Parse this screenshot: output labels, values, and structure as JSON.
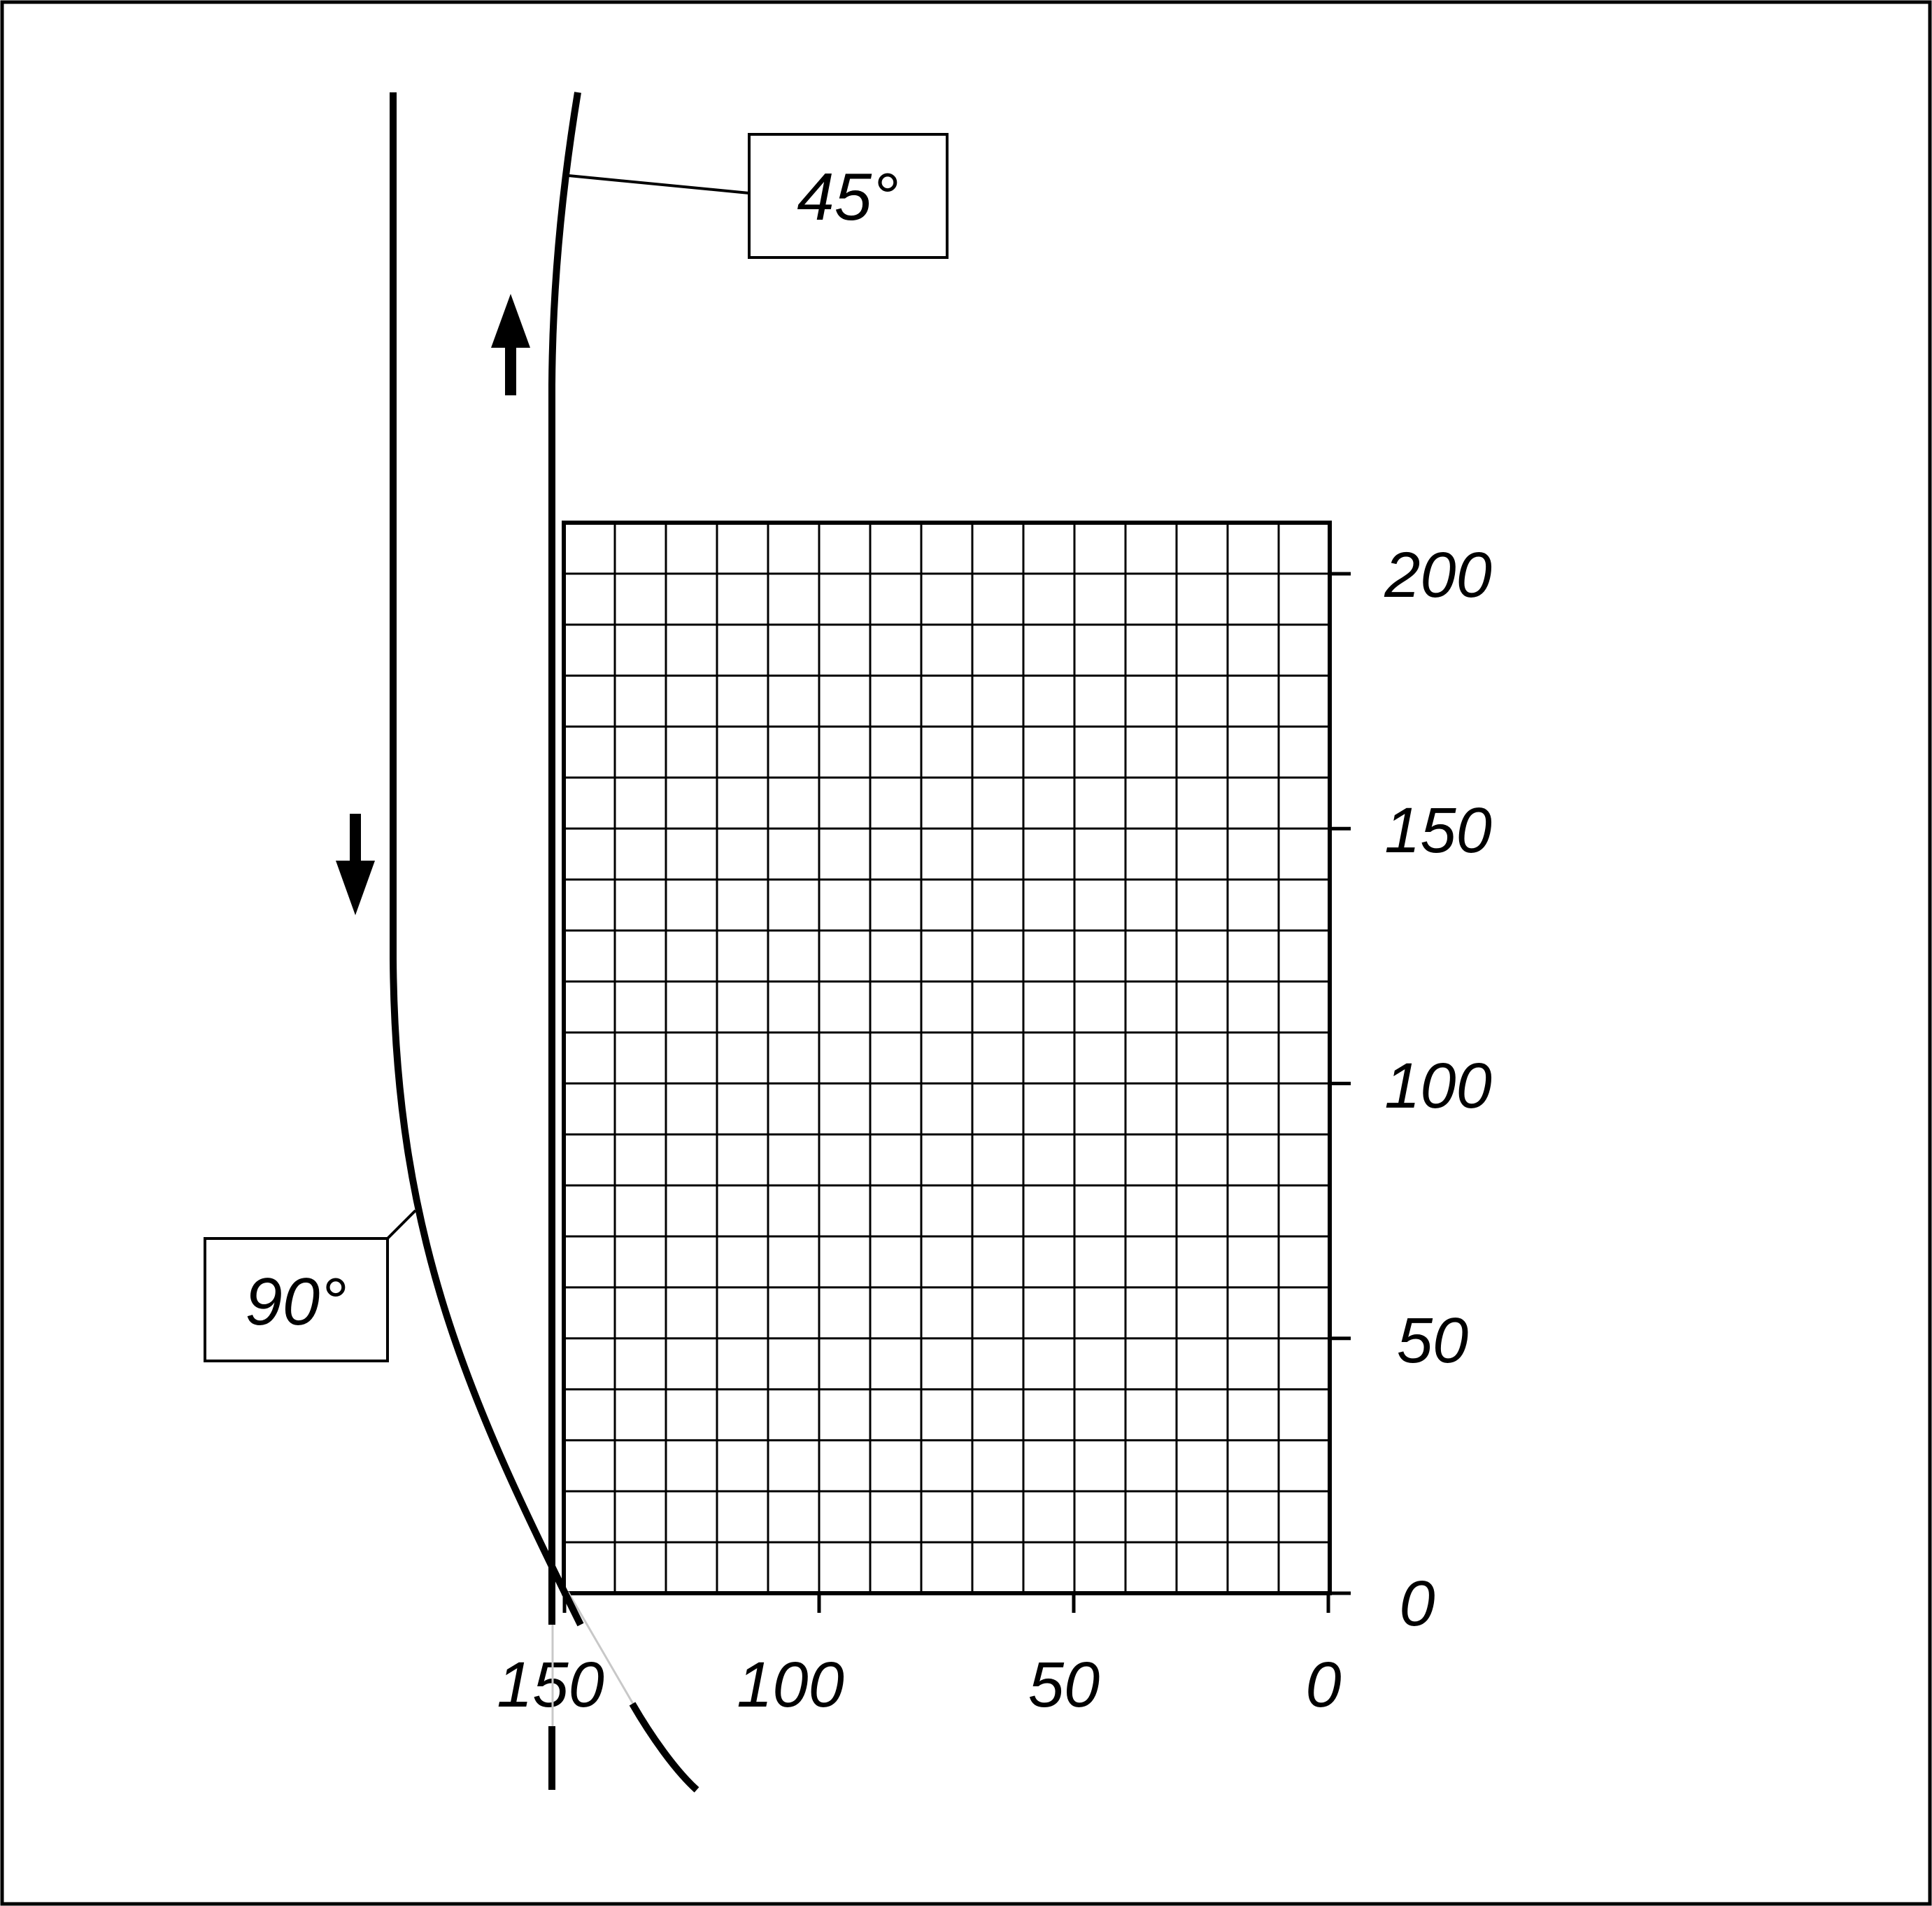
{
  "diagram": {
    "callouts": [
      {
        "id": "upper",
        "label": "45°"
      },
      {
        "id": "lower",
        "label": "90°"
      }
    ],
    "x_axis": {
      "ticks": [
        {
          "value": 150,
          "label": "150"
        },
        {
          "value": 100,
          "label": "100"
        },
        {
          "value": 50,
          "label": "50"
        },
        {
          "value": 0,
          "label": "0"
        }
      ]
    },
    "y_axis": {
      "ticks": [
        {
          "value": 0,
          "label": "0"
        },
        {
          "value": 50,
          "label": "50"
        },
        {
          "value": 100,
          "label": "100"
        },
        {
          "value": 150,
          "label": "150"
        },
        {
          "value": 200,
          "label": "200"
        }
      ]
    },
    "arrows": [
      {
        "id": "up",
        "direction": "up"
      },
      {
        "id": "down",
        "direction": "down"
      }
    ],
    "colors": {
      "line": "#000000",
      "background": "#ffffff",
      "construction": "#c8c8c8"
    }
  }
}
